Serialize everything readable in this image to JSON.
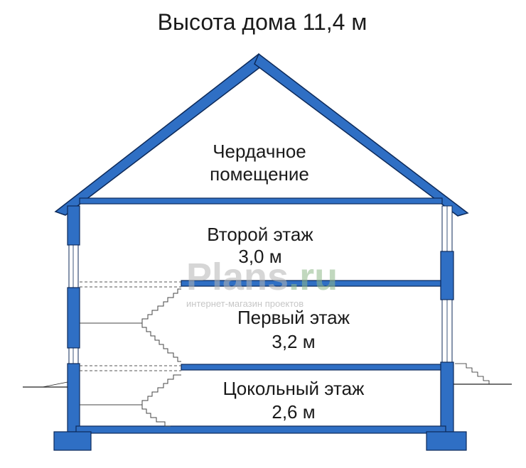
{
  "title": "Высота дома 11,4 м",
  "rooms": {
    "attic": {
      "line1": "Чердачное",
      "line2": "помещение"
    },
    "second_floor": {
      "name": "Второй этаж",
      "height": "3,0 м"
    },
    "first_floor": {
      "name": "Первый этаж",
      "height": "3,2 м"
    },
    "basement": {
      "name": "Цокольный этаж",
      "height": "2,6 м"
    }
  },
  "watermark": {
    "brand": "Plans",
    "tld": ".ru",
    "tagline": "интернет-магазин проектов"
  },
  "colors": {
    "structure": "#2f6fc4",
    "outline": "#0d2a5a",
    "text": "#1a1a1a",
    "watermark_green": "#8fb98a",
    "watermark_gray": "#b5b5b5"
  }
}
